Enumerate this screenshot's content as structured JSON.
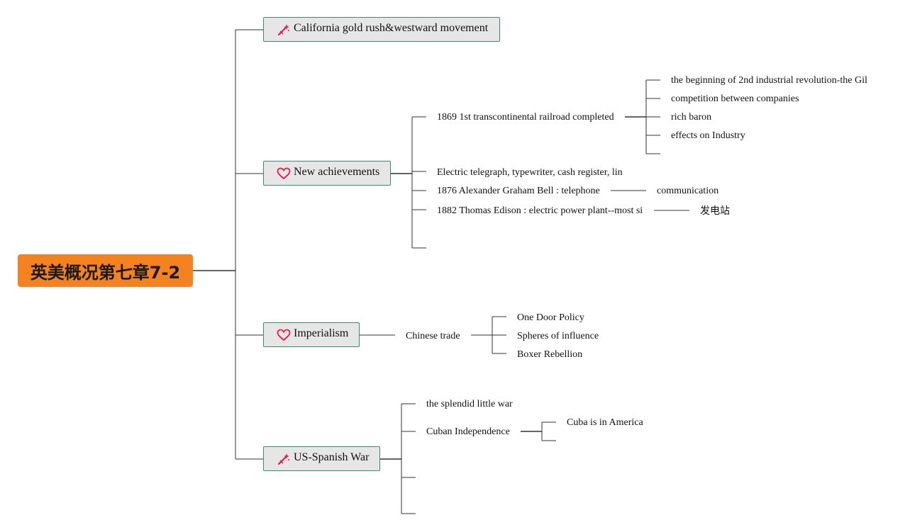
{
  "root": {
    "label": "英美概况第七章7-2"
  },
  "branches": {
    "gold_rush": {
      "label": "California gold rush&westward movement",
      "icon": "magic-wand-icon"
    },
    "achievements": {
      "label": "New achievements",
      "icon": "heart-icon"
    },
    "imperialism": {
      "label": "Imperialism",
      "icon": "heart-icon"
    },
    "spanish_war": {
      "label": "US-Spanish War",
      "icon": "magic-wand-icon"
    }
  },
  "achievements": {
    "railroad": {
      "label": "1869 1st transcontinental railroad completed",
      "children": [
        "the beginning of 2nd industrial revolution-the Gil",
        "competition between companies",
        "rich baron",
        "effects on Industry"
      ]
    },
    "telegraph": {
      "label": "Electric telegraph, typewriter, cash register, lin"
    },
    "bell": {
      "label": "1876 Alexander Graham Bell : telephone",
      "child": "communication"
    },
    "edison": {
      "label": "1882 Thomas Edison : electric power plant--most si",
      "child": "发电站"
    }
  },
  "imperialism": {
    "chinese_trade": {
      "label": "Chinese trade",
      "children": [
        "One Door Policy",
        "Spheres of influence",
        "Boxer Rebellion"
      ]
    }
  },
  "spanish_war": {
    "splendid": {
      "label": "the splendid little war"
    },
    "cuban": {
      "label": "Cuban Independence",
      "child": "Cuba is in America"
    }
  },
  "colors": {
    "root_fill": "#f58220",
    "branch_fill": "#e6e6e6",
    "branch_border": "#3c8a76",
    "icon_accent": "#e8174a",
    "connector": "#333333"
  }
}
